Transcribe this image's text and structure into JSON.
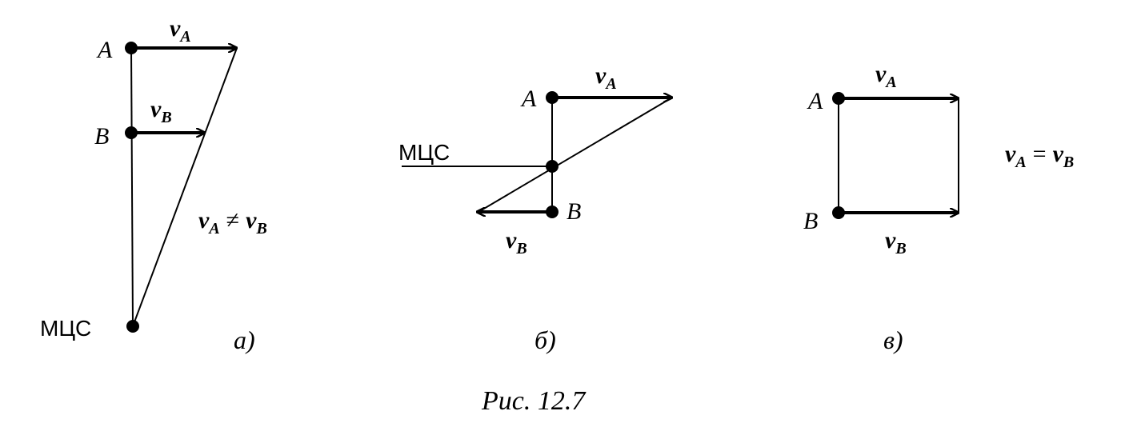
{
  "colors": {
    "ink": "#000000",
    "background": "#ffffff"
  },
  "caption": "Рис. 12.7",
  "panels": {
    "a": {
      "label": "а)",
      "point_a": "A",
      "point_b": "B",
      "icv": "МЦС",
      "velocity_a_sym": "v",
      "velocity_a_sub": "A",
      "velocity_b_sym": "v",
      "velocity_b_sub": "B",
      "relation": {
        "lhs": "v",
        "lhs_sub": "A",
        "op": "≠",
        "rhs": "v",
        "rhs_sub": "B"
      }
    },
    "b": {
      "label": "б)",
      "point_a": "A",
      "point_b": "B",
      "icv": "МЦС",
      "velocity_a_sym": "v",
      "velocity_a_sub": "A",
      "velocity_b_sym": "v",
      "velocity_b_sub": "B"
    },
    "c": {
      "label": "в)",
      "point_a": "A",
      "point_b": "B",
      "velocity_a_sym": "v",
      "velocity_a_sub": "A",
      "velocity_b_sym": "v",
      "velocity_b_sub": "B",
      "relation": {
        "lhs": "v",
        "lhs_sub": "A",
        "op": "=",
        "rhs": "v",
        "rhs_sub": "B"
      }
    }
  }
}
